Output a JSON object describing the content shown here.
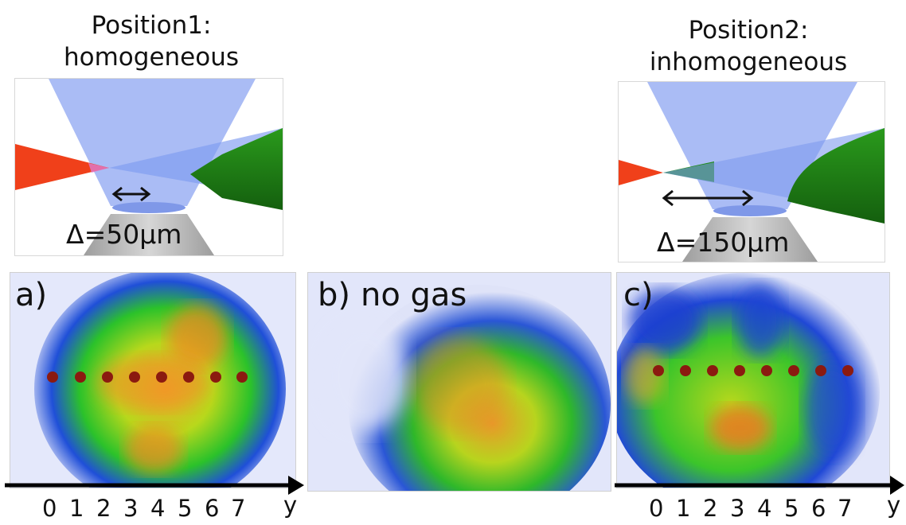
{
  "position1": {
    "title_line1": "Position1:",
    "title_line2": "homogeneous",
    "delta": "Δ=50μm"
  },
  "position2": {
    "title_line1": "Position2:",
    "title_line2": "inhomogeneous",
    "delta": "Δ=150μm"
  },
  "panels": {
    "a": {
      "label": "a)"
    },
    "b": {
      "label": "b)",
      "caption": "no gas"
    },
    "c": {
      "label": "c)"
    }
  },
  "axis": {
    "ticks": [
      "0",
      "1",
      "2",
      "3",
      "4",
      "5",
      "6",
      "7"
    ],
    "label": "y"
  },
  "colors": {
    "laser_red": "#f0401a",
    "laser_green": "#1a7a14",
    "cone_blue": "#8ea6f2",
    "nozzle_gray": "#b8b8b8",
    "dot": "#8b1a10",
    "arrow": "#111111"
  }
}
